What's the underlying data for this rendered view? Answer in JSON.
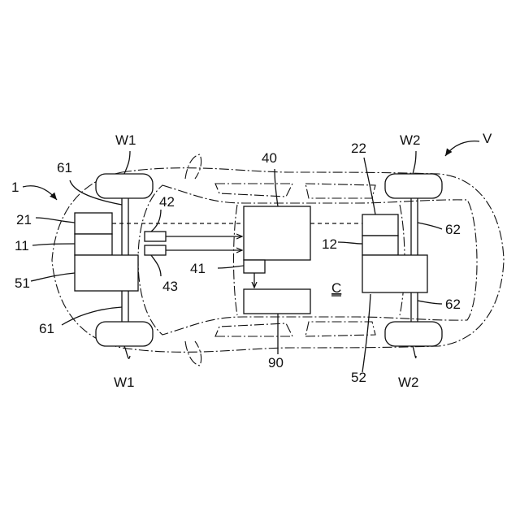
{
  "labels": {
    "V": "V",
    "ref_1": "1",
    "ref_11": "11",
    "ref_12": "12",
    "ref_21": "21",
    "ref_22": "22",
    "ref_40": "40",
    "ref_41": "41",
    "ref_42": "42",
    "ref_43": "43",
    "ref_51": "51",
    "ref_52": "52",
    "ref_61_top": "61",
    "ref_61_bottom": "61",
    "ref_62_top": "62",
    "ref_62_bottom": "62",
    "ref_90": "90",
    "C": "C",
    "W1_top": "W1",
    "W1_bottom": "W1",
    "W2_top": "W2",
    "W2_bottom": "W2"
  }
}
